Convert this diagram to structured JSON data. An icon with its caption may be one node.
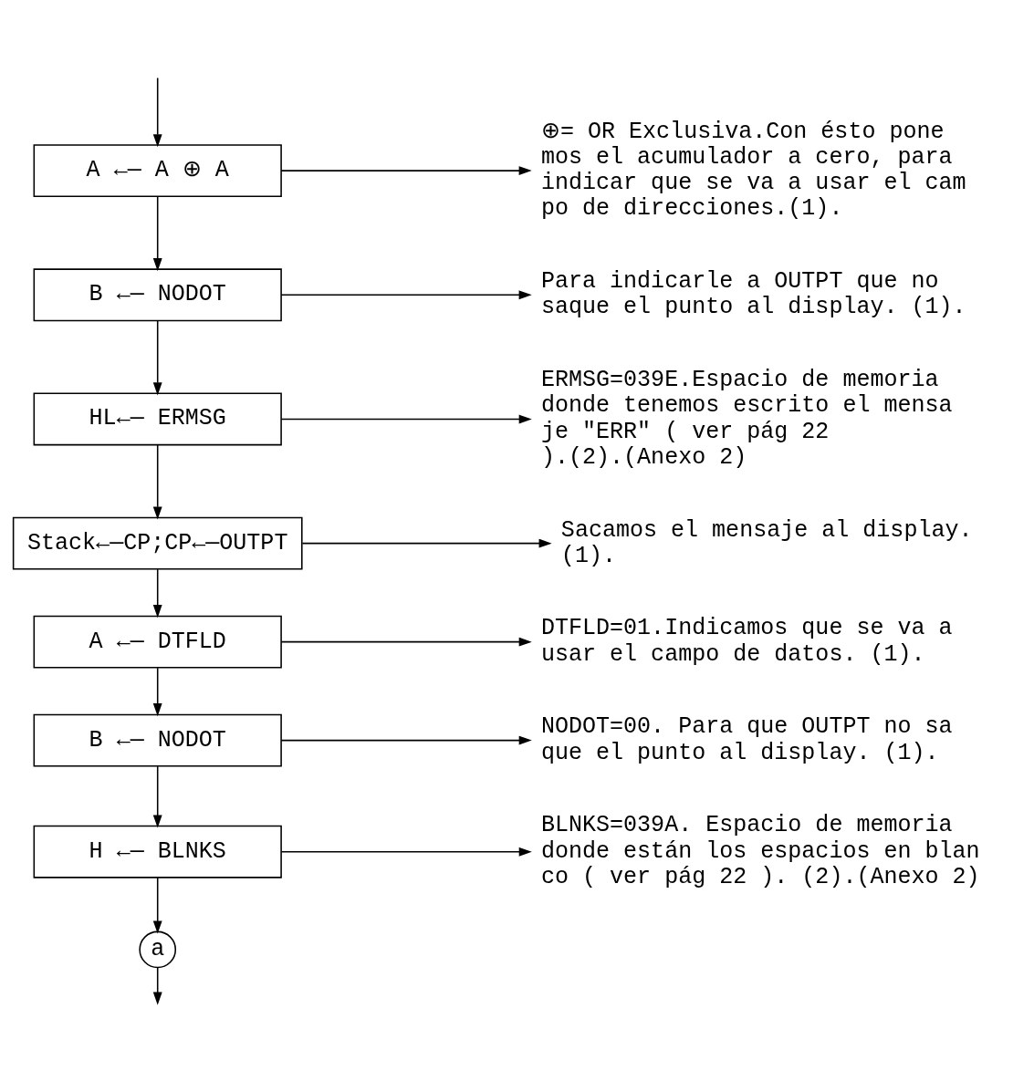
{
  "diagram": {
    "nodes": [
      {
        "text": [
          "A ←— A ⊕ A"
        ]
      },
      {
        "text": [
          "⊕= OR Exclusiva.Con ésto pone mos el acumulador a cero, para indicar que se va a usar el cam po de direcciones.(1)."
        ]
      },
      {
        "text": [
          "B ←— NODOT"
        ]
      },
      {
        "text": [
          "Para indicarle a OUTPT que no saque el punto al display. (1)."
        ]
      },
      {
        "text": [
          "HL←— ERMSG"
        ]
      },
      {
        "text": [
          "ERMSG=039E.Espacio de memoria donde tenemos escrito el mensa je \"ERR\" ( ver pág 22 ).(2).(Anexo 2)"
        ]
      },
      {
        "text": [
          "Stack←—CP;CP←—OUTPT"
        ]
      },
      {
        "text": [
          "Sacamos el mensaje al display. (1)."
        ]
      },
      {
        "text": [
          "A ←— DTFLD"
        ]
      },
      {
        "text": [
          "DTFLD=01.Indicamos que se va a usar el campo de datos. (1)."
        ]
      },
      {
        "text": [
          "B ←— NODOT"
        ]
      },
      {
        "text": [
          "NODOT=00. Para que OUTPT no sa que el punto al display. (1)."
        ]
      },
      {
        "text": [
          "H ←— BLNKS"
        ]
      },
      {
        "text": [
          "BLNKS=039A. Espacio de memoria donde están los espacios en blan co ( ver pág 22 ). (2).(Anexo 2)"
        ]
      },
      {
        "text": [
          "a"
        ]
      }
    ],
    "edges": [
      {
        "from": null,
        "to": 0,
        "arrow": "to"
      },
      {
        "from": 0,
        "to": 1,
        "arrow": "to"
      },
      {
        "from": 0,
        "to": 2,
        "arrow": "to"
      },
      {
        "from": 2,
        "to": 3,
        "arrow": "to"
      },
      {
        "from": 2,
        "to": 4,
        "arrow": "to"
      },
      {
        "from": 4,
        "to": 5,
        "arrow": "to"
      },
      {
        "from": 4,
        "to": 6,
        "arrow": "to"
      },
      {
        "from": 6,
        "to": 7,
        "arrow": "to"
      },
      {
        "from": 6,
        "to": 8,
        "arrow": "to"
      },
      {
        "from": 8,
        "to": 9,
        "arrow": "to"
      },
      {
        "from": 8,
        "to": 10,
        "arrow": "to"
      },
      {
        "from": 10,
        "to": 11,
        "arrow": "to"
      },
      {
        "from": 10,
        "to": 12,
        "arrow": "to"
      },
      {
        "from": 12,
        "to": 13,
        "arrow": "to"
      },
      {
        "from": 12,
        "to": 14,
        "arrow": "to"
      },
      {
        "from": 14,
        "to": null,
        "arrow": "to"
      }
    ]
  }
}
